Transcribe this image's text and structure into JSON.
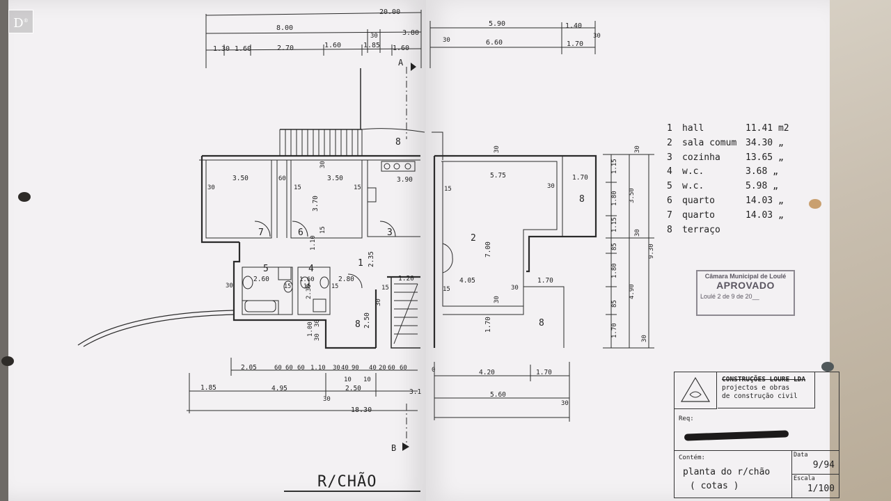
{
  "watermark": {
    "letter": "D",
    "mark": "®"
  },
  "icons": [
    "logo-mark-icon",
    "firm-logo-icon"
  ],
  "colors": {
    "paper": "#f3f1f3",
    "ink": "#222222",
    "stamp": "#5a5560"
  },
  "top_dims": {
    "overall": "20.00",
    "row1": [
      "8.00",
      "30",
      "3.80"
    ],
    "row2": [
      "1.30",
      "1.60",
      "2.70",
      "1.60",
      "1.85",
      "1.60"
    ],
    "right_row1": [
      "5.90",
      "1.40",
      "30"
    ],
    "right_row2": [
      "30",
      "6.60",
      "1.70"
    ]
  },
  "section_marks": {
    "a": "A",
    "b": "B"
  },
  "plan_labels": {
    "room_numbers": [
      "8",
      "7",
      "6",
      "3",
      "5",
      "4",
      "1",
      "8",
      "2",
      "8",
      "8"
    ],
    "inner_dims": [
      "3.50",
      "60",
      "3.50",
      "3.90",
      "30",
      "15",
      "15",
      "30",
      "3.70",
      "15",
      "2.35",
      "2.80",
      "1.10",
      "1.60",
      "2.60",
      "30",
      "15",
      "15",
      "15",
      "1.20",
      "2.30",
      "2.50",
      "30",
      "1.00",
      "30",
      "30",
      "15",
      "5.75",
      "30",
      "1.70",
      "7.00",
      "4.05",
      "30",
      "1.70",
      "30",
      "1.70",
      "15",
      "15"
    ],
    "right_dims": [
      "1.15",
      "1.80",
      "1.15",
      "85",
      "1.80",
      "85",
      "1.70",
      "3.50",
      "30",
      "4.90",
      "9.30",
      "30",
      "30"
    ]
  },
  "bottom_dims": {
    "row1": [
      "2.05",
      "60",
      "60",
      "60",
      "1.10",
      "30",
      "40",
      "90",
      "40",
      "20",
      "60",
      "60"
    ],
    "row1b": [
      "10",
      "10"
    ],
    "row2": [
      "1.85",
      "4.95",
      "30",
      "2.50",
      "3.1"
    ],
    "overall": "18.30",
    "right_row1": [
      "0",
      "4.20",
      "1.70"
    ],
    "right_row2": [
      "5.60",
      "30"
    ]
  },
  "legend": [
    {
      "num": "1",
      "name": "hall",
      "area": "11.41 m2"
    },
    {
      "num": "2",
      "name": "sala comum",
      "area": "34.30 „"
    },
    {
      "num": "3",
      "name": "cozinha",
      "area": "13.65 „"
    },
    {
      "num": "4",
      "name": "w.c.",
      "area": "3.68 „"
    },
    {
      "num": "5",
      "name": "w.c.",
      "area": "5.98 „"
    },
    {
      "num": "6",
      "name": "quarto",
      "area": "14.03 „"
    },
    {
      "num": "7",
      "name": "quarto",
      "area": "14.03 „"
    },
    {
      "num": "8",
      "name": "terraço",
      "area": ""
    }
  ],
  "stamp": {
    "title": "Câmara Municipal de Loulé",
    "status": "APROVADO",
    "date": "Loulé 2 de 9 de 20__"
  },
  "title_block": {
    "firm_name": "CONSTRUÇÕES LOURE LDA",
    "firm_line2": "projectos e obras",
    "firm_line3": "de construção civil",
    "req_label": "Req:",
    "content_label": "Contém:",
    "content_line1": "planta do r/chão",
    "content_line2": "( cotas )",
    "data_label": "Data",
    "data_value": "9/94",
    "escala_label": "Escala",
    "escala_value": "1/100"
  },
  "drawing_title": "R/CHÃO"
}
